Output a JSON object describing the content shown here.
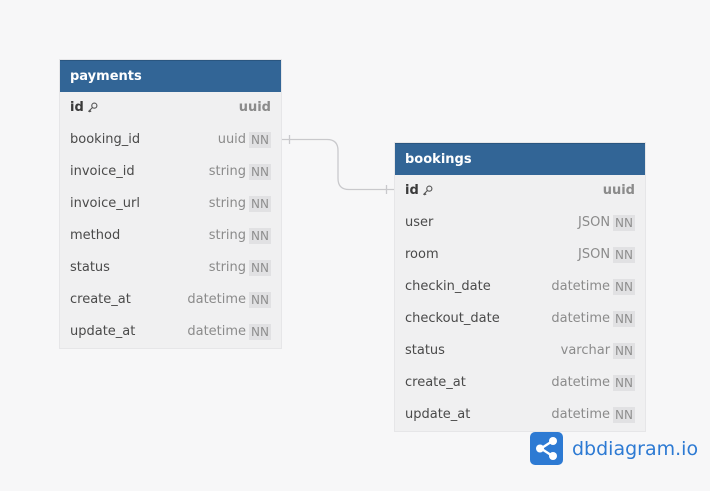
{
  "tables": {
    "payments": {
      "name": "payments",
      "fields": [
        {
          "name": "id",
          "type": "uuid",
          "pk": true,
          "nn": ""
        },
        {
          "name": "booking_id",
          "type": "uuid",
          "nn": "NN"
        },
        {
          "name": "invoice_id",
          "type": "string",
          "nn": "NN"
        },
        {
          "name": "invoice_url",
          "type": "string",
          "nn": "NN"
        },
        {
          "name": "method",
          "type": "string",
          "nn": "NN"
        },
        {
          "name": "status",
          "type": "string",
          "nn": "NN"
        },
        {
          "name": "create_at",
          "type": "datetime",
          "nn": "NN"
        },
        {
          "name": "update_at",
          "type": "datetime",
          "nn": "NN"
        }
      ]
    },
    "bookings": {
      "name": "bookings",
      "fields": [
        {
          "name": "id",
          "type": "uuid",
          "pk": true,
          "nn": ""
        },
        {
          "name": "user",
          "type": "JSON",
          "nn": "NN"
        },
        {
          "name": "room",
          "type": "JSON",
          "nn": "NN"
        },
        {
          "name": "checkin_date",
          "type": "datetime",
          "nn": "NN"
        },
        {
          "name": "checkout_date",
          "type": "datetime",
          "nn": "NN"
        },
        {
          "name": "status",
          "type": "varchar",
          "nn": "NN"
        },
        {
          "name": "create_at",
          "type": "datetime",
          "nn": "NN"
        },
        {
          "name": "update_at",
          "type": "datetime",
          "nn": "NN"
        }
      ]
    }
  },
  "relationship": {
    "from": "payments.booking_id",
    "to": "bookings.id"
  },
  "brand": {
    "text": "dbdiagram.io",
    "icon": "share-nodes-icon"
  },
  "colors": {
    "header": "#326596",
    "brand": "#2d7ad3",
    "connector": "#c9c9cc"
  }
}
